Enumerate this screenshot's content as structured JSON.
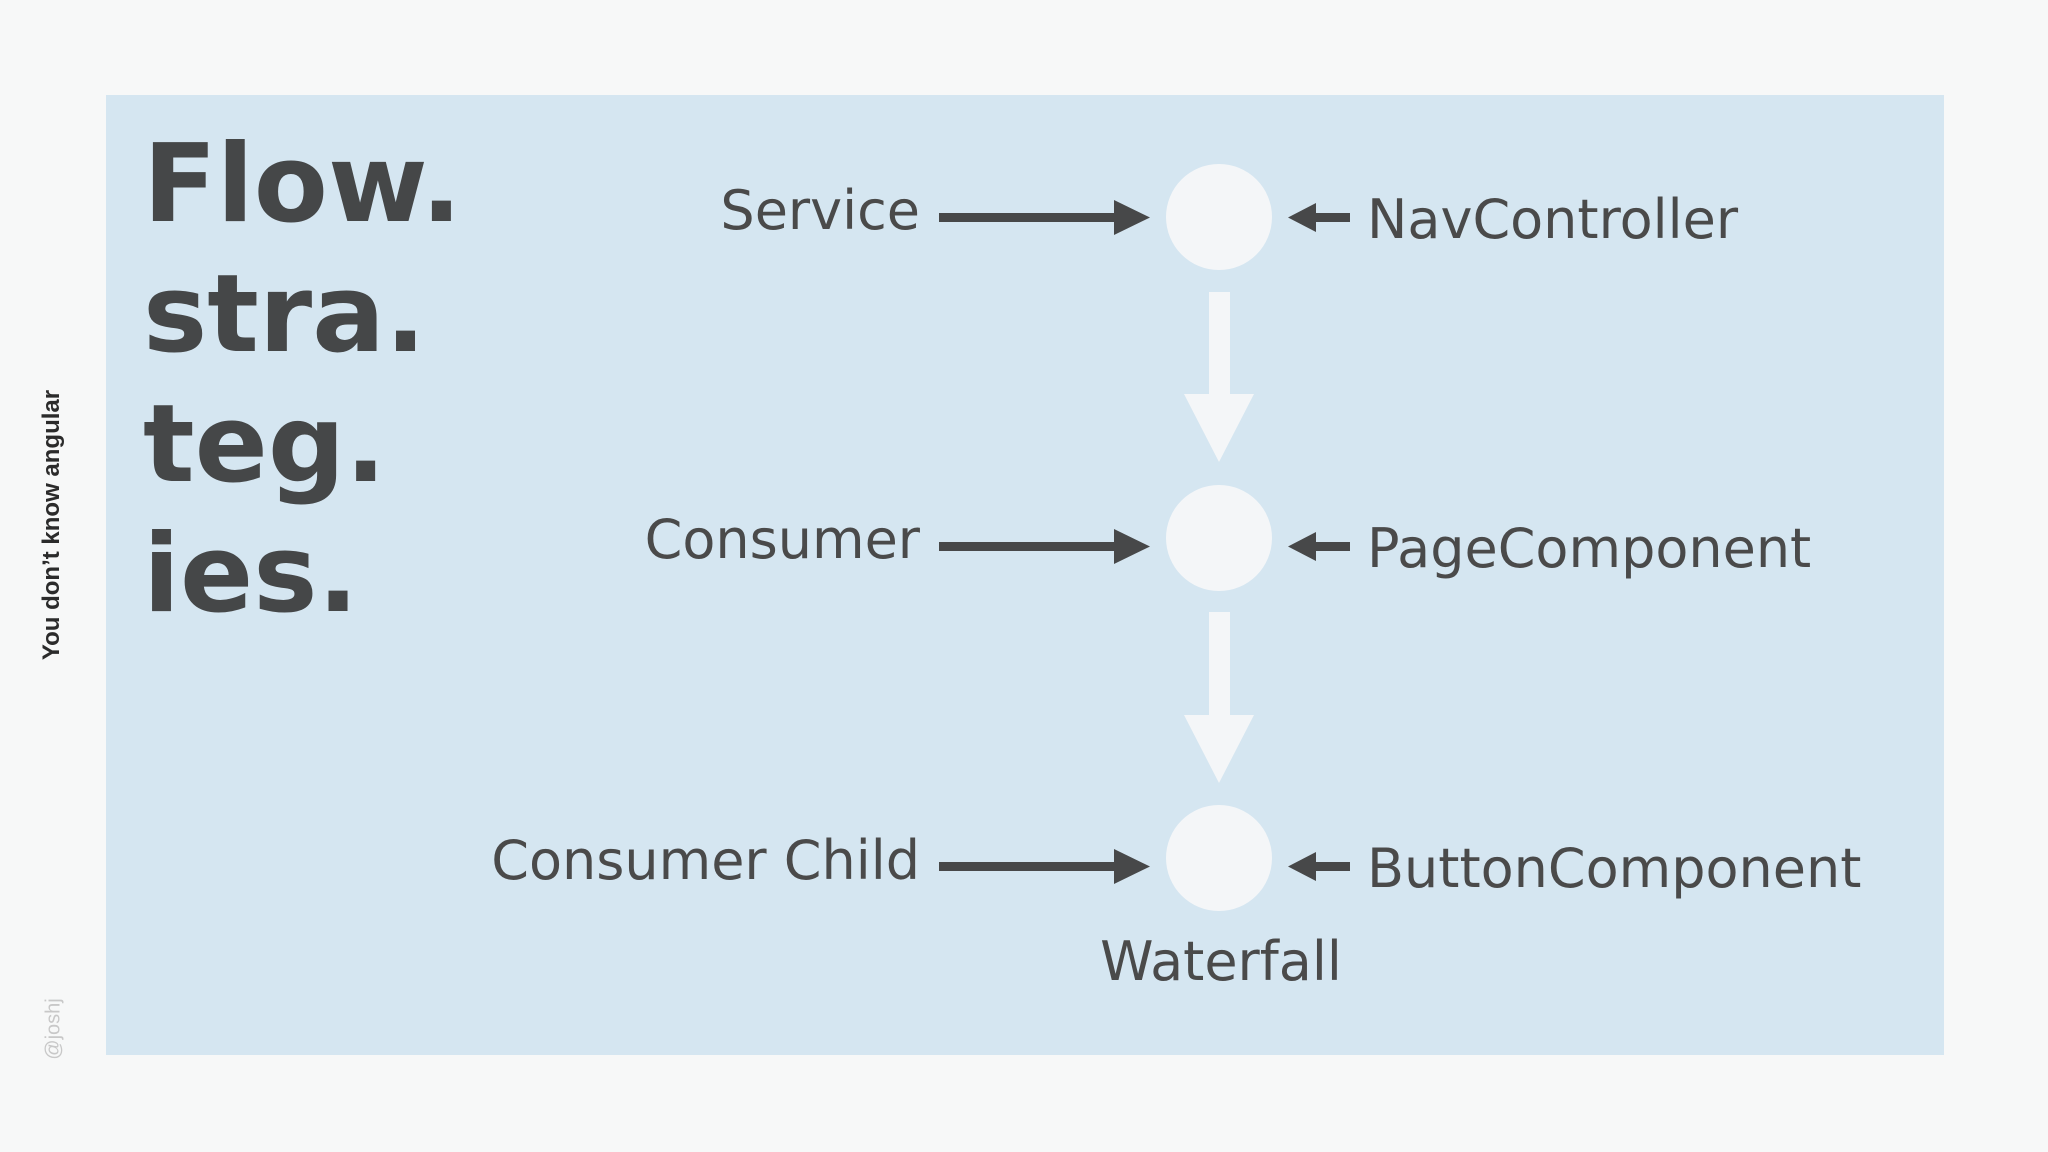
{
  "side": {
    "title": "You don’t know angular",
    "handle": "@joshj"
  },
  "headline": {
    "lines": [
      "Flow.",
      "stra.",
      "teg.",
      "ies."
    ]
  },
  "diagram": {
    "rows": [
      {
        "left": "Service",
        "right": "NavController"
      },
      {
        "left": "Consumer",
        "right": "PageComponent"
      },
      {
        "left": "Consumer Child",
        "right": "ButtonComponent"
      }
    ],
    "caption": "Waterfall"
  },
  "colors": {
    "page_background": "#f7f8f8",
    "panel": "#d5e6f1",
    "text": "#4a4a4a",
    "arrow": "#474849",
    "node": "#f4f6f8"
  }
}
